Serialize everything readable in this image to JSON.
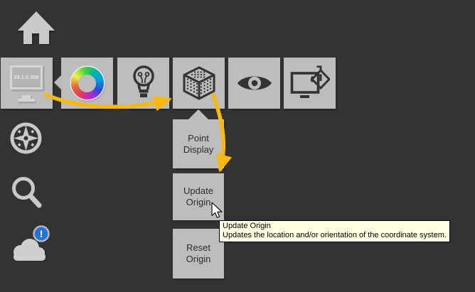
{
  "colors": {
    "background": "#343334",
    "button_gray": "#bdbdbd",
    "arrow_yellow": "#f6b914",
    "tooltip_bg": "#ffffe1",
    "badge_blue": "#2272d7"
  },
  "left_rail": {
    "home": {
      "icon": "home-icon"
    },
    "version_button": {
      "icon": "display-monitor-icon",
      "version": "23.1.0.300"
    },
    "compass": {
      "icon": "navigation-compass-icon"
    },
    "search": {
      "icon": "search-icon"
    },
    "cloud": {
      "icon": "cloud-icon",
      "badge": "!"
    }
  },
  "toolbar": {
    "items": [
      {
        "icon": "color-wheel-icon"
      },
      {
        "icon": "lightbulb-icon"
      },
      {
        "icon": "point-cloud-cube-icon"
      },
      {
        "icon": "eye-icon"
      },
      {
        "icon": "apply-colors-monitor-icon"
      }
    ]
  },
  "flyout": {
    "items": [
      {
        "label": "Point Display"
      },
      {
        "label": "Update Origin"
      },
      {
        "label": "Reset Origin"
      }
    ]
  },
  "tooltip": {
    "title": "Update Origin",
    "body": "Updates the location and/or orientation of the coordinate system."
  },
  "tutorial": {
    "arrows": [
      "monitor-to-cube",
      "cube-to-update-origin"
    ]
  }
}
